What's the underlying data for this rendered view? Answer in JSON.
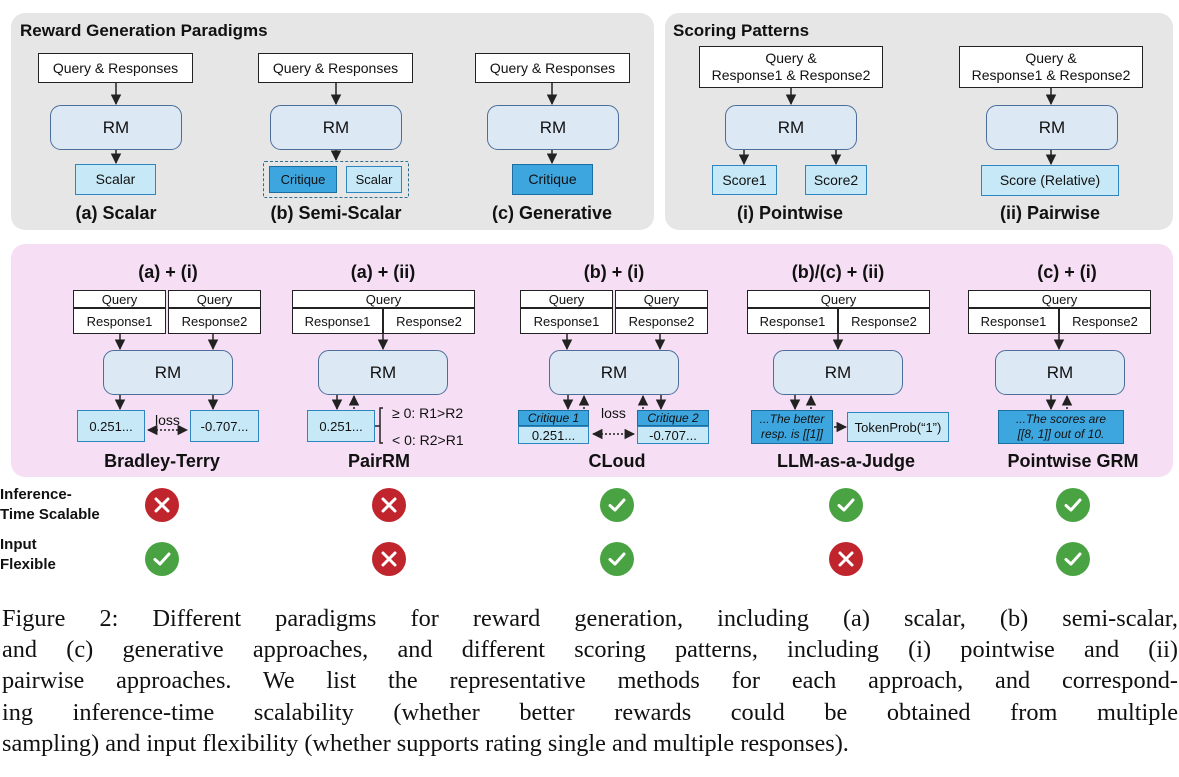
{
  "paradigms": {
    "title": "Reward Generation Paradigms",
    "query_responses": "Query & Responses",
    "rm": "RM",
    "scalar": "Scalar",
    "critique": "Critique",
    "label_a": "(a) Scalar",
    "label_b": "(b) Semi-Scalar",
    "label_c": "(c) Generative"
  },
  "scoring": {
    "title": "Scoring Patterns",
    "query_line1": "Query &",
    "query_line2": "Response1 & Response2",
    "rm": "RM",
    "score1": "Score1",
    "score2": "Score2",
    "score_relative": "Score (Relative)",
    "label_i": "(i) Pointwise",
    "label_ii": "(ii) Pairwise"
  },
  "methods": {
    "query": "Query",
    "response1": "Response1",
    "response2": "Response2",
    "rm": "RM",
    "loss": "loss",
    "bt": {
      "combo": "(a) + (i)",
      "v1": "0.251...",
      "v2": "-0.707...",
      "name": "Bradley-Terry"
    },
    "pairrm": {
      "combo": "(a) + (ii)",
      "v1": "0.251...",
      "cond1": "≥ 0: R1>R2",
      "cond2": "< 0: R2>R1",
      "name": "PairRM"
    },
    "cloud": {
      "combo": "(b) + (i)",
      "c1": "Critique 1",
      "c2": "Critique 2",
      "v1": "0.251...",
      "v2": "-0.707...",
      "name": "CLoud"
    },
    "judge": {
      "combo": "(b)/(c) + (ii)",
      "text1": "...The better",
      "text2": "resp. is [[1]]",
      "token": "TokenProb(“1”)",
      "name": "LLM-as-a-Judge"
    },
    "grm": {
      "combo": "(c) + (i)",
      "text1": "...The scores are",
      "text2": "[[8, 1]] out of 10.",
      "name": "Pointwise GRM"
    }
  },
  "properties": {
    "row1_line1": "Inference-",
    "row1_line2": "Time Scalable",
    "row2_line1": "Input",
    "row2_line2": "Flexible",
    "scalable": [
      "no",
      "no",
      "yes",
      "yes",
      "yes"
    ],
    "flexible": [
      "yes",
      "no",
      "yes",
      "no",
      "yes"
    ]
  },
  "caption": {
    "lines": [
      "Figure 2: Different paradigms for reward generation, including (a) scalar, (b) semi-scalar,",
      "and (c) generative approaches, and different scoring patterns, including (i) pointwise and (ii)",
      "pairwise approaches. We list the representative methods for each approach, and correspond-",
      "ing inference-time scalability (whether better rewards could be obtained from multiple",
      "sampling) and input flexibility (whether supports rating single and multiple responses)."
    ]
  }
}
